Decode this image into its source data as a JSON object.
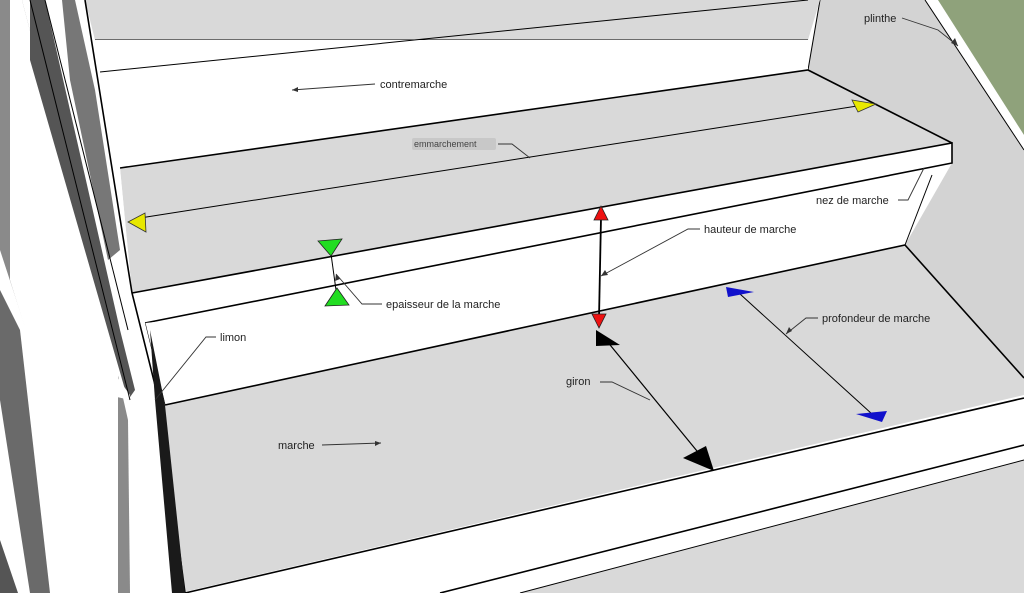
{
  "labels": {
    "contremarche": "contremarche",
    "plinthe": "plinthe",
    "emmarchement": "emmarchement",
    "nez_de_marche": "nez de marche",
    "hauteur_de_marche": "hauteur de marche",
    "epaisseur": "epaisseur de la marche",
    "profondeur": "profondeur de marche",
    "limon": "limon",
    "giron": "giron",
    "marche": "marche"
  },
  "colors": {
    "background_grass": "#8fa27b",
    "tread": "#d9d9d9",
    "riser": "#ffffff",
    "wall": "#d3d3d3",
    "emmarchement_marker": "#e8e800",
    "epaisseur_marker": "#22dd22",
    "hauteur_marker": "#ee1111",
    "giron_marker": "#000000",
    "profondeur_marker": "#1111cc"
  }
}
